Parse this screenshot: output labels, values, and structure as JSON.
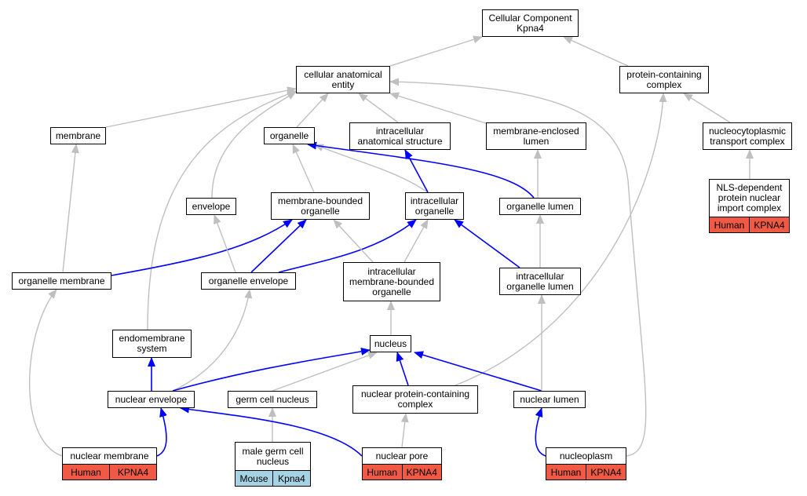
{
  "colors": {
    "is_a_edge": "#bfbfbf",
    "part_of_edge": "#0000ff",
    "human_tag": "#f05a45",
    "mouse_tag": "#a6d3e3"
  },
  "nodes": {
    "root": "Cellular Component\nKpna4",
    "cellular_anatomical_entity": "cellular anatomical\nentity",
    "protein_containing_complex": "protein-containing\ncomplex",
    "membrane": "membrane",
    "organelle": "organelle",
    "intracellular_anatomical_structure": "intracellular\nanatomical structure",
    "membrane_enclosed_lumen": "membrane-enclosed\nlumen",
    "nucleocytoplasmic_transport_complex": "nucleocytoplasmic\ntransport complex",
    "envelope": "envelope",
    "membrane_bounded_organelle": "membrane-bounded\norganelle",
    "intracellular_organelle": "intracellular\norganelle",
    "organelle_lumen": "organelle lumen",
    "nls_dependent_import_complex": "NLS-dependent\nprotein nuclear\nimport complex",
    "organelle_membrane": "organelle membrane",
    "organelle_envelope": "organelle envelope",
    "intracellular_membrane_bounded_organelle": "intracellular\nmembrane-bounded\norganelle",
    "intracellular_organelle_lumen": "intracellular\norganelle lumen",
    "endomembrane_system": "endomembrane\nsystem",
    "nucleus": "nucleus",
    "nuclear_envelope": "nuclear envelope",
    "germ_cell_nucleus": "germ cell nucleus",
    "nuclear_protein_containing_complex": "nuclear protein-containing\ncomplex",
    "nuclear_lumen": "nuclear lumen",
    "nuclear_membrane": "nuclear membrane",
    "male_germ_cell_nucleus": "male germ cell\nnucleus",
    "nuclear_pore": "nuclear pore",
    "nucleoplasm": "nucleoplasm"
  },
  "annotations": {
    "nls_dependent_import_complex": [
      "Human",
      "KPNA4"
    ],
    "nuclear_membrane": [
      "Human",
      "KPNA4"
    ],
    "male_germ_cell_nucleus": [
      "Mouse",
      "Kpna4"
    ],
    "nuclear_pore": [
      "Human",
      "KPNA4"
    ],
    "nucleoplasm": [
      "Human",
      "KPNA4"
    ]
  }
}
